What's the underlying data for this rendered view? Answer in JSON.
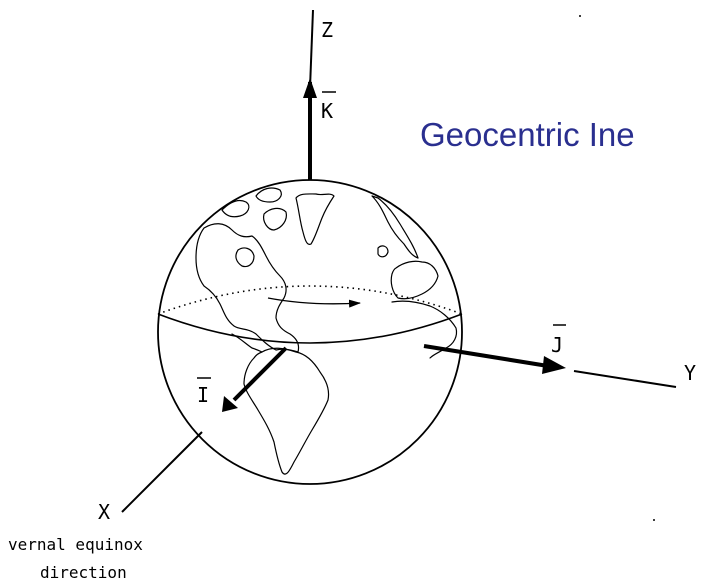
{
  "title": {
    "text": "Geocentric Ine",
    "color": "#2a2f8f"
  },
  "axes": {
    "z_label": "Z",
    "y_label": "Y",
    "x_label": "X"
  },
  "unit_vectors": {
    "k_label": "K",
    "j_label": "J",
    "i_label": "I"
  },
  "caption": {
    "line1": "vernal equinox",
    "line2": "direction"
  },
  "colors": {
    "ink": "#000000",
    "background": "#ffffff"
  }
}
